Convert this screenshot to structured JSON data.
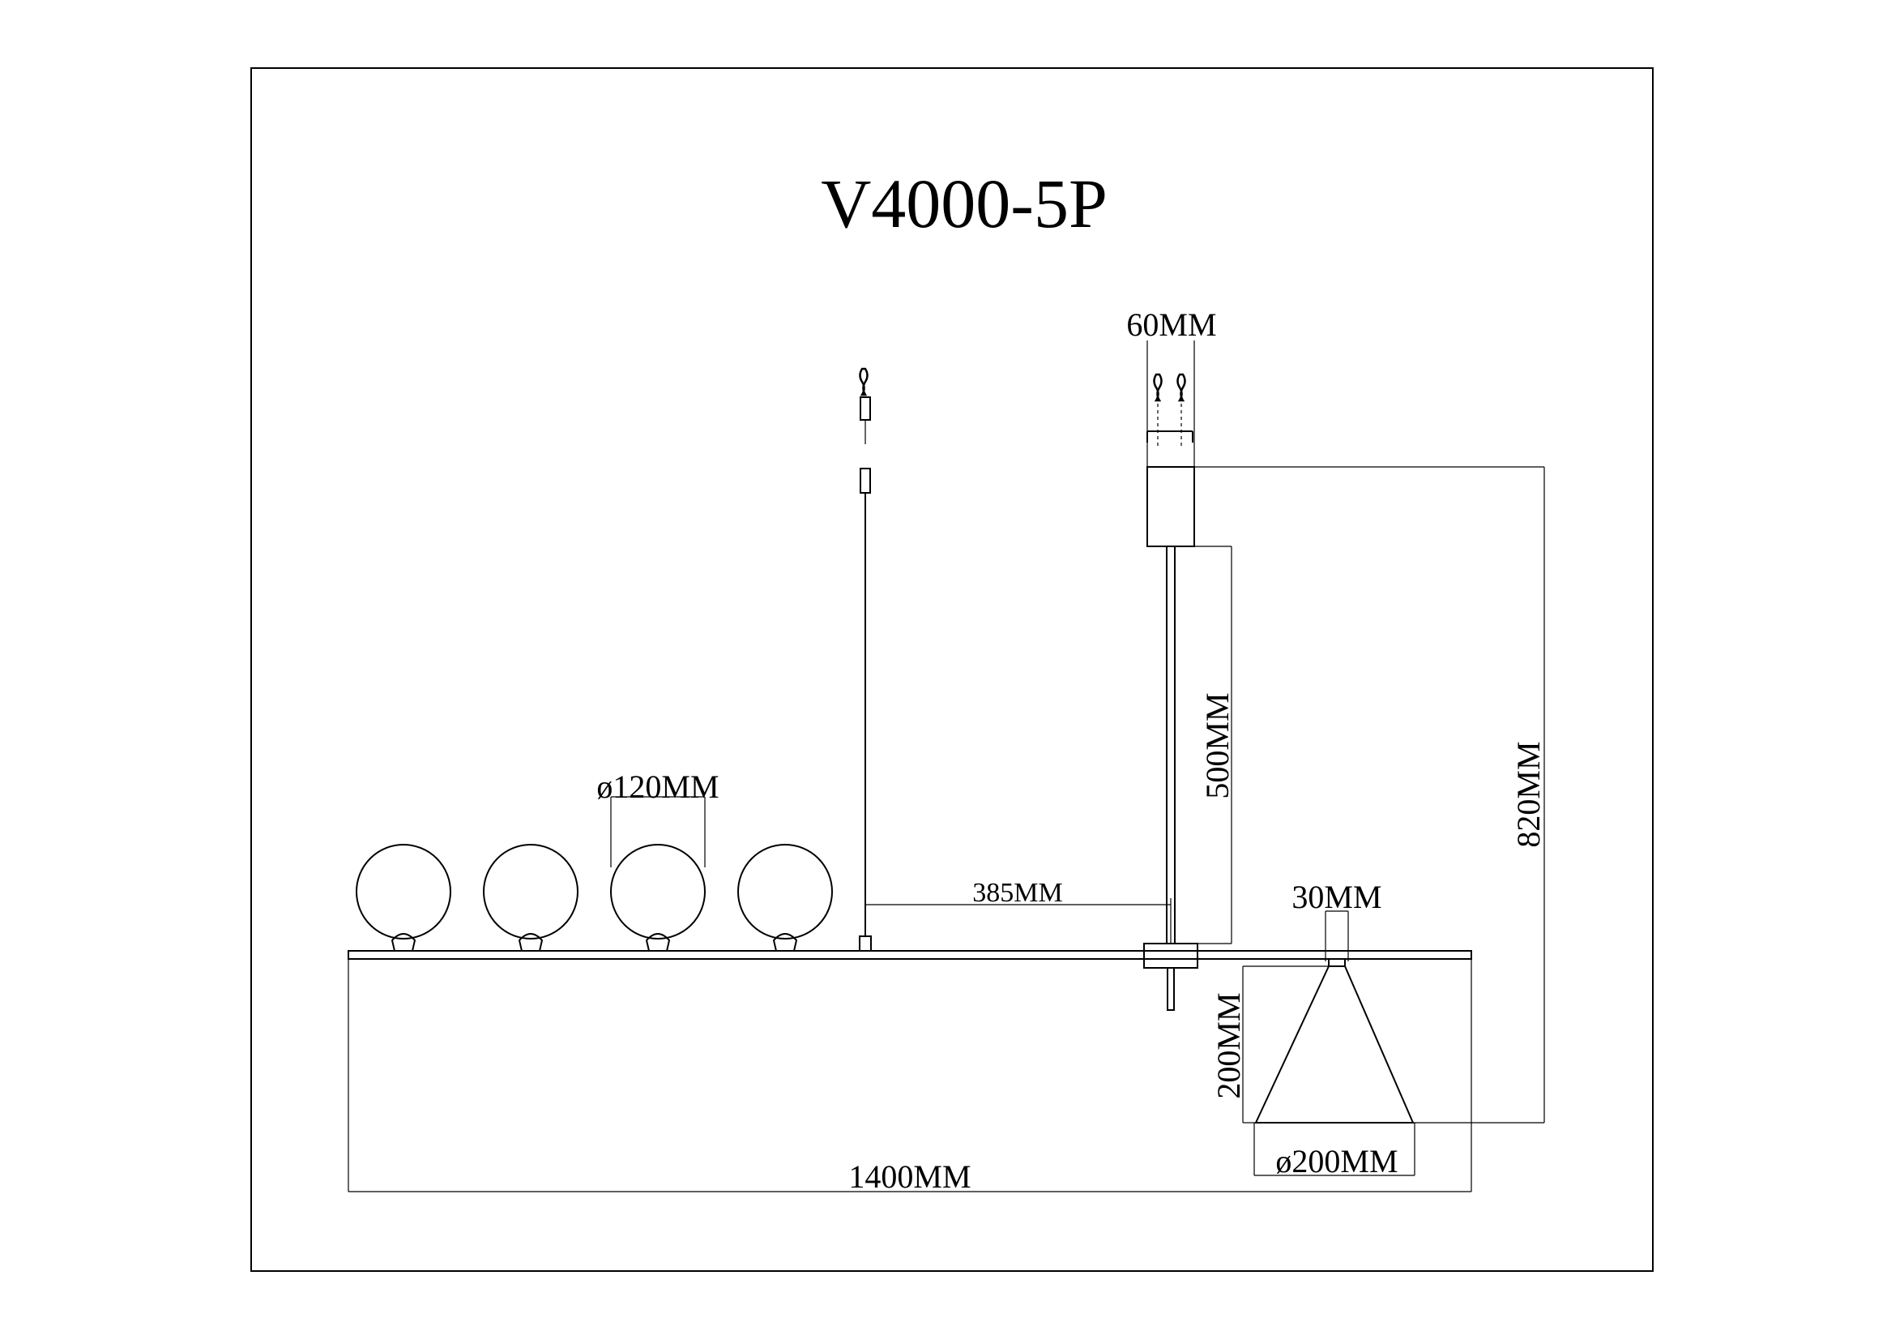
{
  "title": "V4000-5P",
  "dimensions": {
    "canopy_width": "60MM",
    "rod_length": "500MM",
    "total_height": "820MM",
    "globe_diameter": "ø120MM",
    "arm_offset": "385MM",
    "cone_top": "30MM",
    "cone_height": "200MM",
    "cone_diameter": "ø200MM",
    "total_length": "1400MM"
  },
  "globe_count": 4
}
